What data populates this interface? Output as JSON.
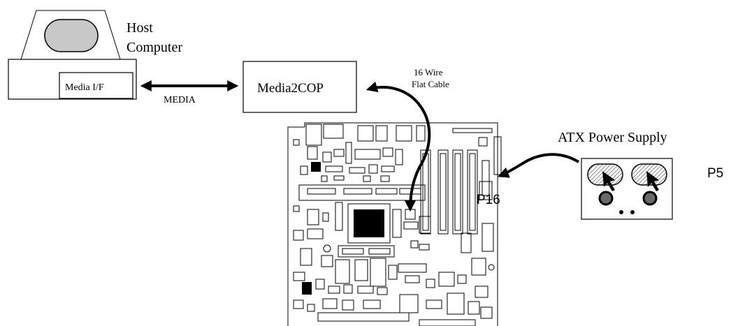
{
  "host": {
    "title_line1": "Host",
    "title_line2": "Computer",
    "interface_label": "Media I/F"
  },
  "link_label": "MEDIA",
  "adapter_label": "Media2COP",
  "cable_label_line1": "16 Wire",
  "cable_label_line2": "Flat Cable",
  "psu_label": "ATX Power Supply",
  "connector_p16": "P16",
  "connector_p5": "P5",
  "colors": {
    "line": "#000000",
    "screen": "#c8c8c8",
    "hatch": "#9a9a9a"
  }
}
